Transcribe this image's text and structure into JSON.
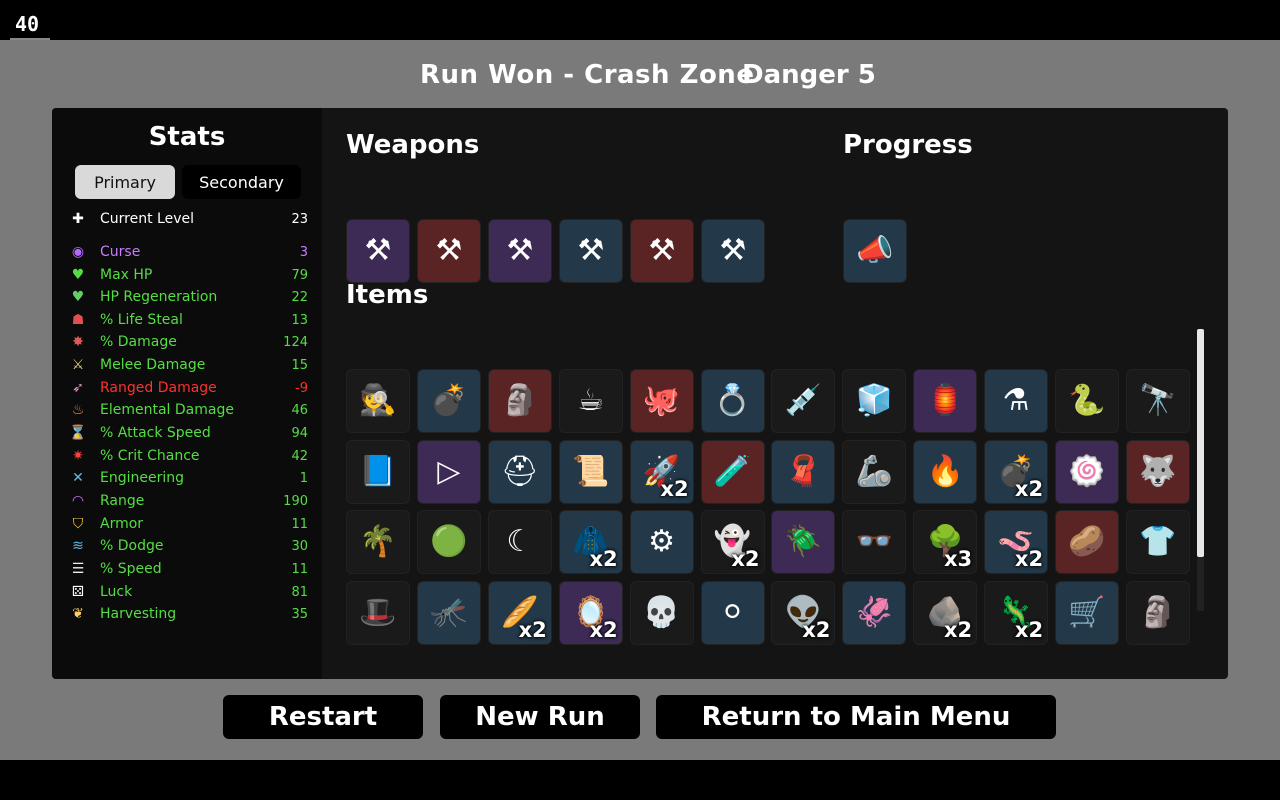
{
  "fps": "40",
  "header": {
    "run_title": "Run Won - Crash Zone",
    "danger": "Danger 5"
  },
  "stats": {
    "title": "Stats",
    "tabs": {
      "primary": "Primary",
      "secondary": "Secondary"
    },
    "rows": [
      {
        "label": "Current Level",
        "value": "23",
        "color": "#ffffff",
        "icon": "level-up-icon",
        "glyph": "✚",
        "icon_color": "#ffffff"
      },
      {
        "label": "Curse",
        "value": "3",
        "color": "#c77dff",
        "icon": "curse-eye-icon",
        "glyph": "◉",
        "icon_color": "#b36bff"
      },
      {
        "label": "Max HP",
        "value": "79",
        "color": "#55dd44",
        "icon": "heart-icon",
        "glyph": "♥",
        "icon_color": "#55dd44"
      },
      {
        "label": "HP Regeneration",
        "value": "22",
        "color": "#55dd44",
        "icon": "heart-regen-icon",
        "glyph": "♥",
        "icon_color": "#66cc66"
      },
      {
        "label": "% Life Steal",
        "value": "13",
        "color": "#55dd44",
        "icon": "life-steal-icon",
        "glyph": "☗",
        "icon_color": "#e05050"
      },
      {
        "label": "% Damage",
        "value": "124",
        "color": "#55dd44",
        "icon": "damage-icon",
        "glyph": "✸",
        "icon_color": "#e05a5a"
      },
      {
        "label": "Melee Damage",
        "value": "15",
        "color": "#55dd44",
        "icon": "melee-sword-icon",
        "glyph": "⚔",
        "icon_color": "#e6c88a"
      },
      {
        "label": "Ranged Damage",
        "value": "-9",
        "color": "#ff3030",
        "icon": "ranged-bow-icon",
        "glyph": "➶",
        "icon_color": "#e09ad0"
      },
      {
        "label": "Elemental Damage",
        "value": "46",
        "color": "#55dd44",
        "icon": "fire-icon",
        "glyph": "♨",
        "icon_color": "#ff8a40"
      },
      {
        "label": "% Attack Speed",
        "value": "94",
        "color": "#55dd44",
        "icon": "hourglass-icon",
        "glyph": "⌛",
        "icon_color": "#dddddd"
      },
      {
        "label": "% Crit Chance",
        "value": "42",
        "color": "#55dd44",
        "icon": "crit-icon",
        "glyph": "✷",
        "icon_color": "#ff4040"
      },
      {
        "label": "Engineering",
        "value": "1",
        "color": "#55dd44",
        "icon": "wrench-icon",
        "glyph": "✕",
        "icon_color": "#5fb8e8"
      },
      {
        "label": "Range",
        "value": "190",
        "color": "#55dd44",
        "icon": "range-icon",
        "glyph": "◠",
        "icon_color": "#c77dff"
      },
      {
        "label": "Armor",
        "value": "11",
        "color": "#55dd44",
        "icon": "shield-icon",
        "glyph": "⛉",
        "icon_color": "#ffd23a"
      },
      {
        "label": "% Dodge",
        "value": "30",
        "color": "#55dd44",
        "icon": "dodge-icon",
        "glyph": "≋",
        "icon_color": "#5fb8e8"
      },
      {
        "label": "% Speed",
        "value": "11",
        "color": "#55dd44",
        "icon": "boot-icon",
        "glyph": "☰",
        "icon_color": "#eeeeee"
      },
      {
        "label": "Luck",
        "value": "81",
        "color": "#55dd44",
        "icon": "dice-icon",
        "glyph": "⚄",
        "icon_color": "#ffffff"
      },
      {
        "label": "Harvesting",
        "value": "35",
        "color": "#55dd44",
        "icon": "wheat-icon",
        "glyph": "❦",
        "icon_color": "#ffcc66"
      }
    ]
  },
  "weapons": {
    "title": "Weapons",
    "slots": [
      {
        "icon": "wrench-weapon-icon",
        "glyph": "⚒",
        "bg": "#3d2a55"
      },
      {
        "icon": "wrench-weapon-icon",
        "glyph": "⚒",
        "bg": "#5a2424"
      },
      {
        "icon": "wrench-weapon-icon",
        "glyph": "⚒",
        "bg": "#3d2a55"
      },
      {
        "icon": "wrench-weapon-icon",
        "glyph": "⚒",
        "bg": "#233848"
      },
      {
        "icon": "wrench-weapon-icon",
        "glyph": "⚒",
        "bg": "#5a2424"
      },
      {
        "icon": "wrench-weapon-icon",
        "glyph": "⚒",
        "bg": "#233848"
      }
    ]
  },
  "progress": {
    "title": "Progress",
    "slots": [
      {
        "icon": "megaphone-icon",
        "glyph": "📣",
        "bg": "#233848"
      }
    ]
  },
  "items": {
    "title": "Items",
    "slots": [
      {
        "icon": "spy-face-icon",
        "glyph": "🕵",
        "bg": "#1a1a1a",
        "count": ""
      },
      {
        "icon": "bombs-icon",
        "glyph": "💣",
        "bg": "#233848",
        "count": ""
      },
      {
        "icon": "scarred-face-icon",
        "glyph": "🗿",
        "bg": "#5a2424",
        "count": ""
      },
      {
        "icon": "coffee-cup-icon",
        "glyph": "☕",
        "bg": "#1a1a1a",
        "count": ""
      },
      {
        "icon": "octopus-icon",
        "glyph": "🐙",
        "bg": "#5a2424",
        "count": ""
      },
      {
        "icon": "ring-icon",
        "glyph": "💍",
        "bg": "#233848",
        "count": ""
      },
      {
        "icon": "syringe-icon",
        "glyph": "💉",
        "bg": "#1a1a1a",
        "count": ""
      },
      {
        "icon": "slime-icon",
        "glyph": "🧊",
        "bg": "#1a1a1a",
        "count": ""
      },
      {
        "icon": "lantern-icon",
        "glyph": "🏮",
        "bg": "#3d2a55",
        "count": ""
      },
      {
        "icon": "potion-icon",
        "glyph": "⚗",
        "bg": "#233848",
        "count": ""
      },
      {
        "icon": "tentacle-icon",
        "glyph": "🐍",
        "bg": "#1a1a1a",
        "count": ""
      },
      {
        "icon": "telescope-icon",
        "glyph": "🔭",
        "bg": "#1a1a1a",
        "count": ""
      },
      {
        "icon": "book-icon",
        "glyph": "📘",
        "bg": "#1a1a1a",
        "count": ""
      },
      {
        "icon": "triangle-gem-icon",
        "glyph": "▷",
        "bg": "#3d2a55",
        "count": ""
      },
      {
        "icon": "helmet-icon",
        "glyph": "⛑",
        "bg": "#233848",
        "count": ""
      },
      {
        "icon": "scroll-icon",
        "glyph": "📜",
        "bg": "#233848",
        "count": ""
      },
      {
        "icon": "rocket-icon",
        "glyph": "🚀",
        "bg": "#233848",
        "count": "x2"
      },
      {
        "icon": "vial-icon",
        "glyph": "🧪",
        "bg": "#5a2424",
        "count": ""
      },
      {
        "icon": "scarf-icon",
        "glyph": "🧣",
        "bg": "#233848",
        "count": ""
      },
      {
        "icon": "robot-arm-icon",
        "glyph": "🦾",
        "bg": "#1a1a1a",
        "count": ""
      },
      {
        "icon": "campfire-icon",
        "glyph": "🔥",
        "bg": "#233848",
        "count": ""
      },
      {
        "icon": "grenade-icon",
        "glyph": "💣",
        "bg": "#233848",
        "count": "x2"
      },
      {
        "icon": "pink-blob-icon",
        "glyph": "🍥",
        "bg": "#3d2a55",
        "count": ""
      },
      {
        "icon": "wolf-head-icon",
        "glyph": "🐺",
        "bg": "#5a2424",
        "count": ""
      },
      {
        "icon": "dead-tree-icon",
        "glyph": "🌴",
        "bg": "#1a1a1a",
        "count": ""
      },
      {
        "icon": "green-goo-icon",
        "glyph": "🟢",
        "bg": "#1a1a1a",
        "count": ""
      },
      {
        "icon": "crescent-icon",
        "glyph": "☾",
        "bg": "#1a1a1a",
        "count": ""
      },
      {
        "icon": "red-cape-icon",
        "glyph": "🧥",
        "bg": "#233848",
        "count": "x2"
      },
      {
        "icon": "gear-ring-icon",
        "glyph": "⚙",
        "bg": "#233848",
        "count": ""
      },
      {
        "icon": "ghost-hood-icon",
        "glyph": "👻",
        "bg": "#1a1a1a",
        "count": "x2"
      },
      {
        "icon": "fly-monster-icon",
        "glyph": "🪲",
        "bg": "#3d2a55",
        "count": ""
      },
      {
        "icon": "glasses-icon",
        "glyph": "👓",
        "bg": "#1a1a1a",
        "count": ""
      },
      {
        "icon": "tree-icon",
        "glyph": "🌳",
        "bg": "#1a1a1a",
        "count": "x3"
      },
      {
        "icon": "worm-icon",
        "glyph": "🪱",
        "bg": "#233848",
        "count": "x2"
      },
      {
        "icon": "potato-icon",
        "glyph": "🥔",
        "bg": "#5a2424",
        "count": ""
      },
      {
        "icon": "plaid-shirt-icon",
        "glyph": "👕",
        "bg": "#1a1a1a",
        "count": ""
      },
      {
        "icon": "beanie-icon",
        "glyph": "🎩",
        "bg": "#1a1a1a",
        "count": ""
      },
      {
        "icon": "mosquito-icon",
        "glyph": "🦟",
        "bg": "#233848",
        "count": ""
      },
      {
        "icon": "horn-icon",
        "glyph": "🥖",
        "bg": "#233848",
        "count": "x2"
      },
      {
        "icon": "mirror-icon",
        "glyph": "🪞",
        "bg": "#3d2a55",
        "count": "x2"
      },
      {
        "icon": "skull-mask-icon",
        "glyph": "💀",
        "bg": "#1a1a1a",
        "count": ""
      },
      {
        "icon": "snowball-icon",
        "glyph": "⚪",
        "bg": "#233848",
        "count": ""
      },
      {
        "icon": "alien-icon",
        "glyph": "👽",
        "bg": "#1a1a1a",
        "count": "x2"
      },
      {
        "icon": "tentacle-purple-icon",
        "glyph": "🦑",
        "bg": "#233848",
        "count": ""
      },
      {
        "icon": "coal-rock-icon",
        "glyph": "🪨",
        "bg": "#1a1a1a",
        "count": "x2"
      },
      {
        "icon": "lizard-icon",
        "glyph": "🦎",
        "bg": "#1a1a1a",
        "count": "x2"
      },
      {
        "icon": "wheelbarrow-icon",
        "glyph": "🛒",
        "bg": "#233848",
        "count": ""
      },
      {
        "icon": "hood-statue-icon",
        "glyph": "🗿",
        "bg": "#1a1a1a",
        "count": ""
      }
    ]
  },
  "buttons": {
    "restart": "Restart",
    "new_run": "New Run",
    "main_menu": "Return to Main Menu"
  }
}
